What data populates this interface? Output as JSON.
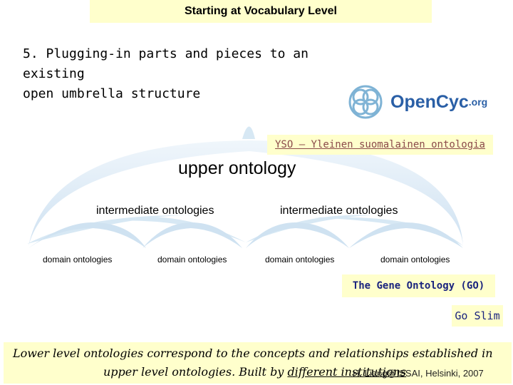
{
  "slide": {
    "title": "Starting at Vocabulary Level",
    "heading_line1": "5. Plugging-in parts and pieces to an existing",
    "heading_line2": "open umbrella structure",
    "logo": {
      "text": "OpenCyc",
      "suffix": ".org",
      "icon": "knot-logo-icon"
    },
    "yso_label": "YSO – Yleinen suomalainen ontologia",
    "upper_label": "upper ontology",
    "intermediate_labels": [
      "intermediate ontologies",
      "intermediate ontologies"
    ],
    "domain_labels": [
      "domain ontologies",
      "domain ontologies",
      "domain ontologies",
      "domain ontologies"
    ],
    "go_label": "The Gene Ontology (GO)",
    "goslim_label": "Go Slim",
    "footer_line1": "Lower level ontologies correspond to the concepts and relationships established in",
    "footer_line2_pre": "upper level ontologies. Built by ",
    "footer_line2_link": "different institutions",
    "credit": "H. Liang@ISSAI, Helsinki, 2007",
    "colors": {
      "highlight": "#ffffcc",
      "umbrella": "#d7e8f4",
      "logo_blue": "#2a5fa6",
      "go_text": "#1a237e"
    }
  }
}
